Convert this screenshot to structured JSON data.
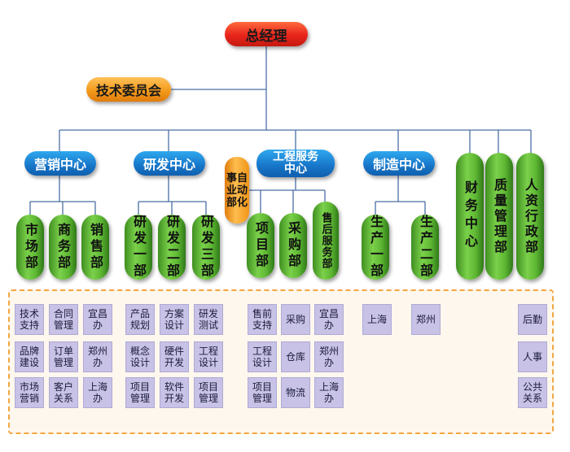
{
  "top": {
    "gm": "总经理",
    "tech_committee": "技术委员会"
  },
  "centers": {
    "marketing": "营销中心",
    "rnd": "研发中心",
    "eng_service": "工程服务\n中心",
    "manufacturing": "制造中心"
  },
  "business_automation": "事自\n业动\n部化",
  "departments": {
    "market": "市场部",
    "business": "商务部",
    "sales": "销售部",
    "rnd1": "研发一部",
    "rnd2": "研发二部",
    "rnd3": "研发三部",
    "project": "项目部",
    "purchasing": "采购部",
    "after_sales": "售后服务部",
    "prod1": "生产一部",
    "prod2": "生产二部",
    "finance": "财务中心",
    "quality": "质量管理部",
    "hr_admin": "人资行政部"
  },
  "functions": {
    "tech_support": "技术支持",
    "contract_mgmt": "合同管理",
    "yichang_office_1": "宜昌办",
    "brand_building": "品牌建设",
    "order_mgmt": "订单管理",
    "zhengzhou_office_1": "郑州办",
    "market_marketing": "市场营销",
    "customer_relations": "客户关系",
    "shanghai_office_1": "上海办",
    "product_planning": "产品规划",
    "solution_design": "方案设计",
    "dev_testing": "研发测试",
    "concept_design": "概念设计",
    "hardware_dev": "硬件开发",
    "engineering_design": "工程设计",
    "project_mgmt_1": "项目管理",
    "software_dev": "软件开发",
    "project_mgmt_2": "项目管理",
    "presales_support": "售前支持",
    "procurement": "采购",
    "yichang_office_2": "宜昌办",
    "engineering_design_2": "工程设计",
    "warehouse": "仓库",
    "zhengzhou_office_2": "郑州办",
    "project_mgmt_3": "项目管理",
    "logistics": "物流",
    "shanghai_office_2": "上海办",
    "shanghai": "上海",
    "zhengzhou": "郑州",
    "logistics_support": "后勤",
    "personnel": "人事",
    "public_relations": "公共关系"
  },
  "colors": {
    "gm": "#e8241b",
    "committee": "#f39a1c",
    "center": "#1775c8",
    "department": "#5fb834",
    "function_cell": "#c7c2e6",
    "connector": "#4a6fa5",
    "panel_border": "#f4a640"
  }
}
